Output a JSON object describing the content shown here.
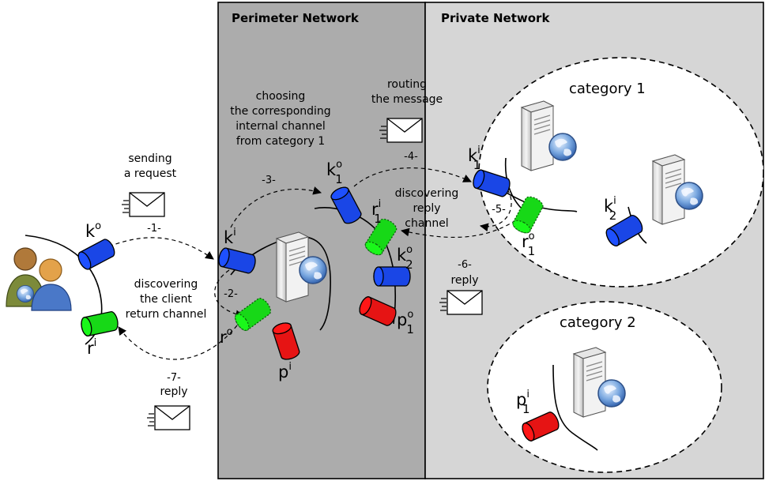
{
  "zones": {
    "perimeter": "Perimeter Network",
    "private": "Private Network"
  },
  "categories": {
    "cat1": "category 1",
    "cat2": "category 2"
  },
  "notes": {
    "sending": [
      "sending",
      "a request"
    ],
    "choosing": [
      "choosing",
      "the corresponding",
      "internal channel",
      "from category 1"
    ],
    "routing": [
      "routing",
      "the message"
    ],
    "discovering_reply": [
      "discovering",
      "reply",
      "channel"
    ],
    "discovering_client": [
      "discovering",
      "the client",
      "return channel"
    ],
    "reply6": "reply",
    "reply7": "reply"
  },
  "steps": {
    "s1": "-1-",
    "s2": "-2-",
    "s3": "-3-",
    "s4": "-4-",
    "s5": "-5-",
    "s6": "-6-",
    "s7": "-7-"
  },
  "channels": {
    "ko": {
      "base": "k",
      "sup": "o",
      "sub": "",
      "color": "#1a46e6"
    },
    "ri": {
      "base": "r",
      "sup": "i",
      "sub": "",
      "color": "#17d817"
    },
    "ki": {
      "base": "k",
      "sup": "i",
      "sub": "",
      "color": "#1a46e6"
    },
    "ro": {
      "base": "r",
      "sup": "o",
      "sub": "",
      "color": "#17d817"
    },
    "pi": {
      "base": "p",
      "sup": "i",
      "sub": "",
      "color": "#e61414"
    },
    "ko1": {
      "base": "k",
      "sup": "o",
      "sub": "1",
      "color": "#1a46e6"
    },
    "ri1": {
      "base": "r",
      "sup": "i",
      "sub": "1",
      "color": "#17d817"
    },
    "ko2": {
      "base": "k",
      "sup": "o",
      "sub": "2",
      "color": "#1a46e6"
    },
    "po1": {
      "base": "p",
      "sup": "o",
      "sub": "1",
      "color": "#e61414"
    },
    "ki1": {
      "base": "k",
      "sup": "i",
      "sub": "1",
      "color": "#1a46e6"
    },
    "ro1": {
      "base": "r",
      "sup": "o",
      "sub": "1",
      "color": "#17d817"
    },
    "ki2": {
      "base": "k",
      "sup": "i",
      "sub": "2",
      "color": "#1a46e6"
    },
    "pi1": {
      "base": "p",
      "sup": "i",
      "sub": "1",
      "color": "#e61414"
    }
  },
  "colors": {
    "perimeter_bg": "#acacac",
    "private_bg": "#d6d6d6",
    "blue": "#1a46e6",
    "green": "#17d817",
    "red": "#e61414"
  },
  "icons": [
    "users-icon",
    "server-icon",
    "globe-icon",
    "envelope-icon"
  ]
}
